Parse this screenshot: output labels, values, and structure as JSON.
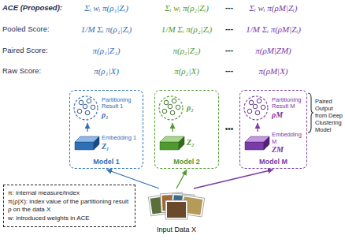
{
  "diagram": {
    "nodes": [
      {
        "text": [
          "Model 1"
        ]
      },
      {
        "text": [
          "Partitioning Result 1",
          "ρ₁"
        ],
        "in": 0
      },
      {
        "text": [
          "Embedding 1",
          "Z₁"
        ],
        "in": 0
      },
      {
        "text": [
          "Model 2"
        ]
      },
      {
        "text": [
          "ρ₂"
        ],
        "in": 3
      },
      {
        "text": [
          "Z₂"
        ],
        "in": 3
      },
      {
        "text": [
          "Model M"
        ]
      },
      {
        "text": [
          "Partitioning Result M",
          "ρM"
        ],
        "in": 6
      },
      {
        "text": [
          "Embedding M",
          "ZM"
        ],
        "in": 6
      },
      {
        "text": [
          "Input Data X"
        ]
      },
      {
        "text": [
          "π: internal measure/index",
          "π(ρ|X): index value of the partitioning result ρ on the data X",
          "w: introduced weights in ACE"
        ]
      }
    ],
    "edges": [
      {
        "from": 9,
        "to": 0,
        "arrow": "to"
      },
      {
        "from": 9,
        "to": 3,
        "arrow": "to"
      },
      {
        "from": 9,
        "to": 6,
        "arrow": "to"
      },
      {
        "from": 2,
        "to": 1,
        "arrow": "to"
      },
      {
        "from": 5,
        "to": 4,
        "arrow": "to"
      },
      {
        "from": 8,
        "to": 7,
        "arrow": "to"
      }
    ],
    "labels": [
      "ACE (Proposed):",
      "Σᵢ wᵢ π(ρ₁|Zᵢ)",
      "Σᵢ wᵢ π(ρ₂|Zᵢ)",
      "---",
      "Σᵢ wᵢ π(ρM|Zᵢ)",
      "Pooled Score:",
      "1/M Σᵢ π(ρ₁|Zᵢ)",
      "1/M Σᵢ π(ρ₂|Zᵢ)",
      "---",
      "1/M Σᵢ π(ρM|Zᵢ)",
      "Paired Score:",
      "π(ρ₁|Z₁)",
      "π(ρ₂|Z₂)",
      "---",
      "π(ρM|ZM)",
      "Raw Score:",
      "π(ρ₁|X)",
      "π(ρ₂|X)",
      "---",
      "π(ρM|X)",
      "•••",
      "Paired Output from Deep Clustering Model"
    ]
  }
}
